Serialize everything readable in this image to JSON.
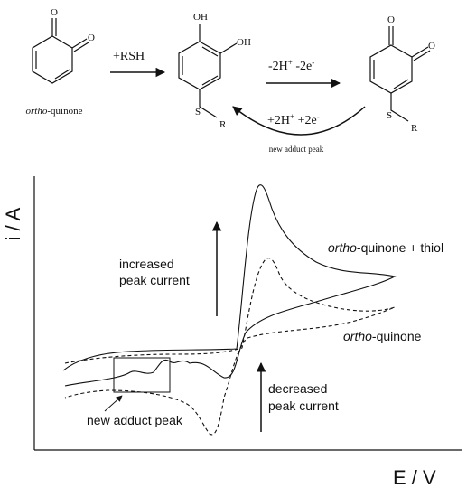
{
  "reaction": {
    "reactant_name_prefix": "ortho",
    "reactant_name_suffix": "-quinone",
    "reagent": "+RSH",
    "ox_base": "-2H",
    "ox_sup1": "+",
    "ox_mid": " -2e",
    "ox_sup2": "-",
    "red_base": "+2H",
    "red_sup1": "+",
    "red_mid": " +2e",
    "red_sup2": "-",
    "adduct_caption": "new adduct peak",
    "atoms": {
      "O": "O",
      "OH": "OH",
      "S": "S",
      "R": "R"
    }
  },
  "voltammogram": {
    "y_axis_label": "i / A",
    "x_axis_label": "E / V",
    "increase_line1": "increased",
    "increase_line2": "peak current",
    "decrease_line1": "decreased",
    "decrease_line2": "peak current",
    "adduct_label": "new adduct peak",
    "thiol_curve_italic": "ortho",
    "thiol_curve_rest": "-quinone + thiol",
    "quinone_curve_italic": "ortho",
    "quinone_curve_rest": "-quinone"
  }
}
